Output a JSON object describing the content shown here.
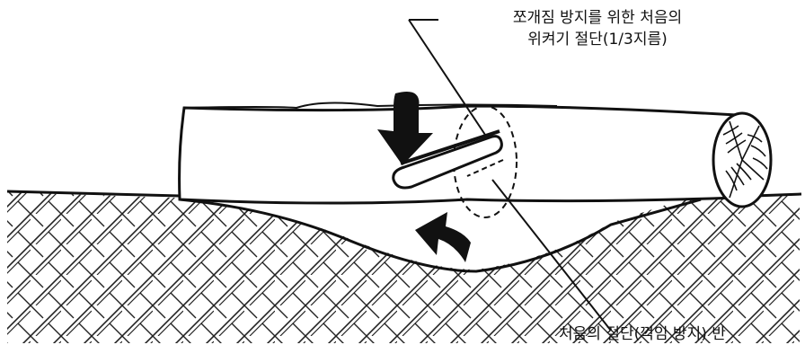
{
  "annotations": {
    "top_line1": "쪼개짐 방지를 위한 처음의",
    "top_line2": "위켜기 절단(1/3지름)",
    "bottom": "처음의 절단(꺽임 방지) 반"
  },
  "colors": {
    "ink": "#111111",
    "background": "#ffffff"
  }
}
